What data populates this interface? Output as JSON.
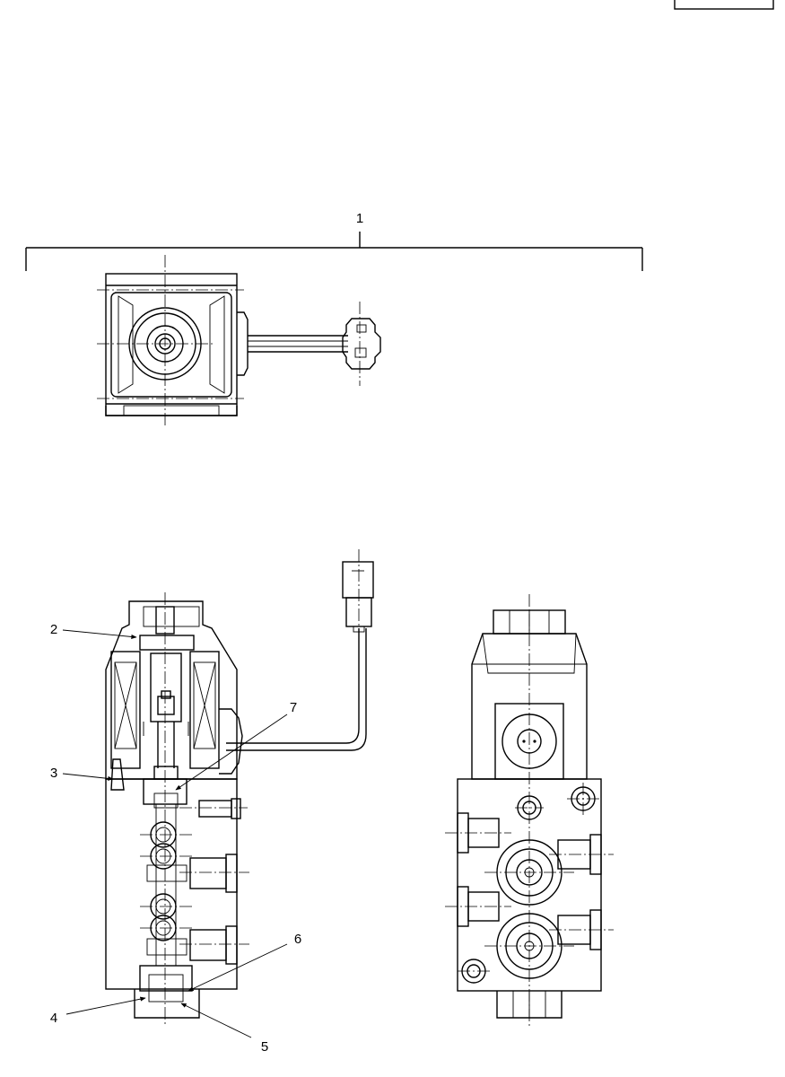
{
  "diagram": {
    "callouts": [
      {
        "id": "1",
        "label": "1"
      },
      {
        "id": "2",
        "label": "2"
      },
      {
        "id": "3",
        "label": "3"
      },
      {
        "id": "4",
        "label": "4"
      },
      {
        "id": "5",
        "label": "5"
      },
      {
        "id": "6",
        "label": "6"
      },
      {
        "id": "7",
        "label": "7"
      }
    ],
    "views": [
      "top-view",
      "front-section-view",
      "side-view"
    ]
  }
}
